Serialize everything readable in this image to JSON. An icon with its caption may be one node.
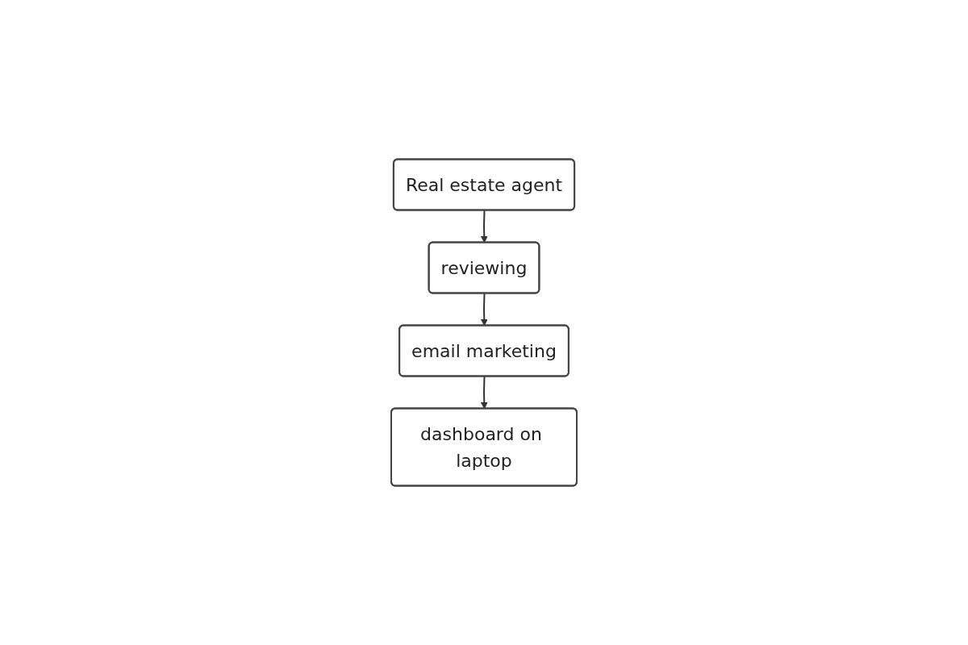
{
  "diagram": {
    "nodes": [
      {
        "text": [
          "Real estate agent"
        ]
      },
      {
        "text": [
          "reviewing"
        ]
      },
      {
        "text": [
          "email marketing"
        ]
      },
      {
        "text": [
          "dashboard on laptop"
        ]
      }
    ],
    "edges": [
      {
        "from": 0,
        "to": 1,
        "arrow": "to"
      },
      {
        "from": 1,
        "to": 2,
        "arrow": "to"
      },
      {
        "from": 2,
        "to": 3,
        "arrow": "to"
      }
    ]
  }
}
